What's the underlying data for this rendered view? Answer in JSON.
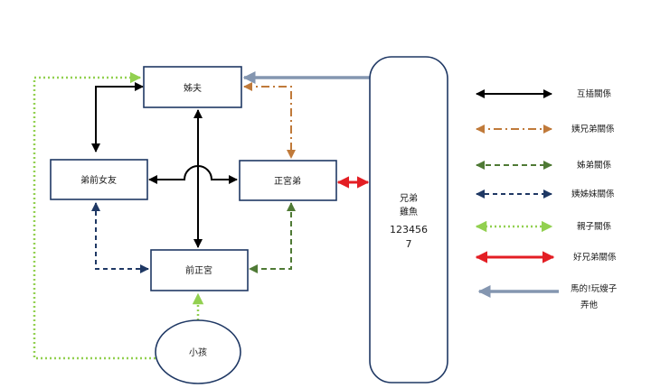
{
  "nodes": {
    "brother_in_law": "姊夫",
    "ex_girlfriend": "弟前女友",
    "main_palace_brother": "正宮弟",
    "ex_main_palace": "前正宮",
    "child": "小孩",
    "brother_fish": {
      "line1": "兄弟",
      "line2": "雞魚",
      "line3": "123456",
      "line4": "7"
    }
  },
  "legend": [
    {
      "label": "互插關係",
      "color": "#000000",
      "style": "solid"
    },
    {
      "label": "姨兄弟關係",
      "color": "#c07a3a",
      "style": "dashdot"
    },
    {
      "label": "姊弟關係",
      "color": "#4f7a35",
      "style": "dash"
    },
    {
      "label": "姨姊妹關係",
      "color": "#1f3864",
      "style": "dash"
    },
    {
      "label": "親子關係",
      "color": "#92d050",
      "style": "dot"
    },
    {
      "label": "好兄弟關係",
      "color": "#e31e24",
      "style": "solid"
    },
    {
      "label1": "馬的!玩嫂子",
      "label2": "弄他",
      "color": "#8496b0",
      "style": "solid"
    }
  ]
}
